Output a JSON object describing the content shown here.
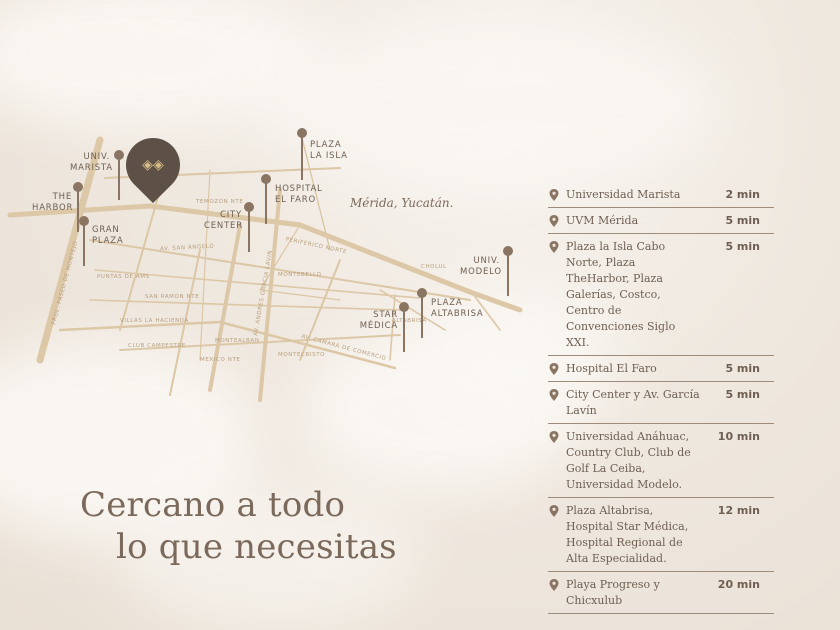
{
  "headline": {
    "line1": "Cercano a todo",
    "line2": "lo que necesitas"
  },
  "map": {
    "city": "Mérida, Yucatán.",
    "pois": [
      {
        "id": "univ-marista",
        "label": "UNIV.\nMARISTA"
      },
      {
        "id": "the-harbor",
        "label": "THE\nHARBOR"
      },
      {
        "id": "gran-plaza",
        "label": "GRAN\nPLAZA"
      },
      {
        "id": "plaza-la-isla",
        "label": "PLAZA\nLA ISLA"
      },
      {
        "id": "hospital-el-faro",
        "label": "HOSPITAL\nEL FARO"
      },
      {
        "id": "city-center",
        "label": "CITY\nCENTER"
      },
      {
        "id": "univ-modelo",
        "label": "UNIV.\nMODELO"
      },
      {
        "id": "plaza-altabrisa",
        "label": "PLAZA\nALTABRISA"
      },
      {
        "id": "star-medica",
        "label": "STAR\nMÉDICA"
      }
    ],
    "streets": [
      "TEMOZON NTE",
      "AV. SAN ANGELO",
      "PERIFERICO NORTE",
      "PUNTAS DE AMS",
      "MONTEBELLO",
      "SAN RAMON NTE",
      "VILLAS LA HACIENDA",
      "CLUB CAMPESTRE",
      "MONTEALBAN",
      "MEXICO NTE",
      "MONTECRISTO",
      "AV. CAMARA DE COMERCIO",
      "AV. ANDRES GARCIA LAVIN",
      "PROL. PASEO DE MONTEJO",
      "CHOLUL",
      "ALTABRISA"
    ]
  },
  "distances": [
    {
      "place": "Universidad Marista",
      "time": "2 min"
    },
    {
      "place": "UVM Mérida",
      "time": "5 min"
    },
    {
      "place": "Plaza la Isla Cabo Norte, Plaza TheHarbor, Plaza Galerías, Costco, Centro de Convenciones Siglo XXI.",
      "time": "5 min"
    },
    {
      "place": "Hospital El Faro",
      "time": "5 min"
    },
    {
      "place": "City Center y Av. García Lavín",
      "time": "5 min"
    },
    {
      "place": "Universidad Anáhuac, Country Club, Club de Golf La Ceiba, Universidad Modelo.",
      "time": "10 min"
    },
    {
      "place": "Plaza Altabrisa, Hospital Star Médica, Hospital Regional de Alta Especialidad.",
      "time": "12 min"
    },
    {
      "place": "Playa Progreso y Chicxulub",
      "time": "20 min"
    }
  ],
  "icons": {
    "location": "map-pin-icon",
    "logo": "brand-logo-icon"
  },
  "colors": {
    "background": "#efe8df",
    "accent": "#8a7563",
    "road": "#d9c2a0",
    "text": "#6e5f52",
    "logo": "#5d5147"
  }
}
